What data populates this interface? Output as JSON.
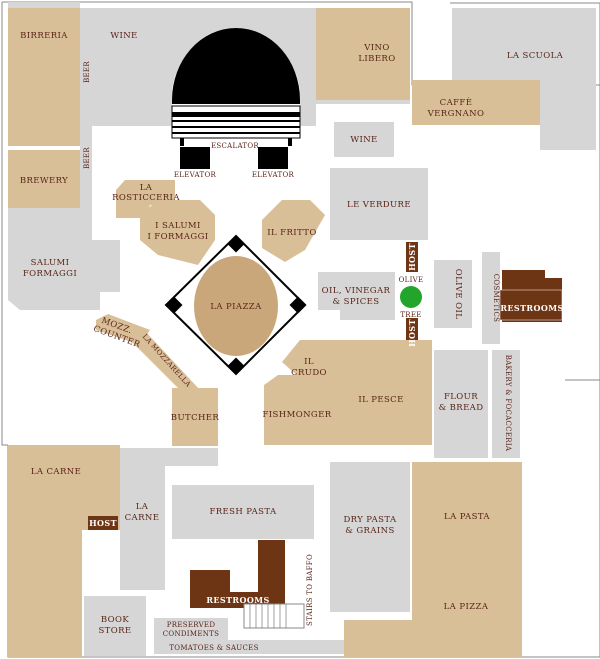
{
  "colors": {
    "tan": "#d8bf98",
    "gray": "#d6d6d6",
    "brown": "#6e3515",
    "dark_brown": "#5a2418",
    "green": "#22a52a",
    "piazza": "#c9a77a",
    "black": "#000000"
  },
  "labels": {
    "birreria": "BIRRERIA",
    "beer": "BEER",
    "wine_top": "WINE",
    "vino_libero_1": "VINO",
    "vino_libero_2": "LIBERO",
    "la_scuola": "LA SCUOLA",
    "caffe_1": "CAFFÈ",
    "caffe_2": "VERGNANO",
    "wine_mid": "WINE",
    "escalator": "ESCALATOR",
    "elevator": "ELEVATOR",
    "brewery": "BREWERY",
    "rosticceria_1": "LA",
    "rosticceria_2": "ROSTICCERIA",
    "salumi_1": "I SALUMI",
    "salumi_2": "I FORMAGGI",
    "il_fritto": "IL FRITTO",
    "le_verdure": "LE VERDURE",
    "salumi_formaggi_1": "SALUMI",
    "salumi_formaggi_2": "FORMAGGI",
    "la_piazza": "LA PIAZZA",
    "host": "HOST",
    "olive": "OLIVE",
    "tree": "TREE",
    "oil_1": "OIL, VINEGAR",
    "oil_2": "& SPICES",
    "olive_oil": "OLIVE OIL",
    "cosmetics": "COSMETICS",
    "restrooms": "RESTROOMS",
    "mozz_1": "MOZZ.",
    "mozz_2": "COUNTER",
    "la_mozzarella": "LA MOZZARELLA",
    "il_crudo_1": "IL",
    "il_crudo_2": "CRUDO",
    "il_pesce": "IL PESCE",
    "fishmonger": "FISHMONGER",
    "butcher": "BUTCHER",
    "flour_1": "FLOUR",
    "flour_2": "& BREAD",
    "bakery": "BAKERY & FOCACCERIA",
    "la_carne": "LA CARNE",
    "la_carne2_1": "LA",
    "la_carne2_2": "CARNE",
    "fresh_pasta": "FRESH PASTA",
    "dry_pasta_1": "DRY PASTA",
    "dry_pasta_2": "& GRAINS",
    "la_pasta": "LA PASTA",
    "stairs": "STAIRS TO BAFFO",
    "book_1": "BOOK",
    "book_2": "STORE",
    "preserved_1": "PRESERVED",
    "preserved_2": "CONDIMENTS",
    "tomatoes": "TOMATOES & SAUCES",
    "la_pizza": "LA PIZZA"
  }
}
